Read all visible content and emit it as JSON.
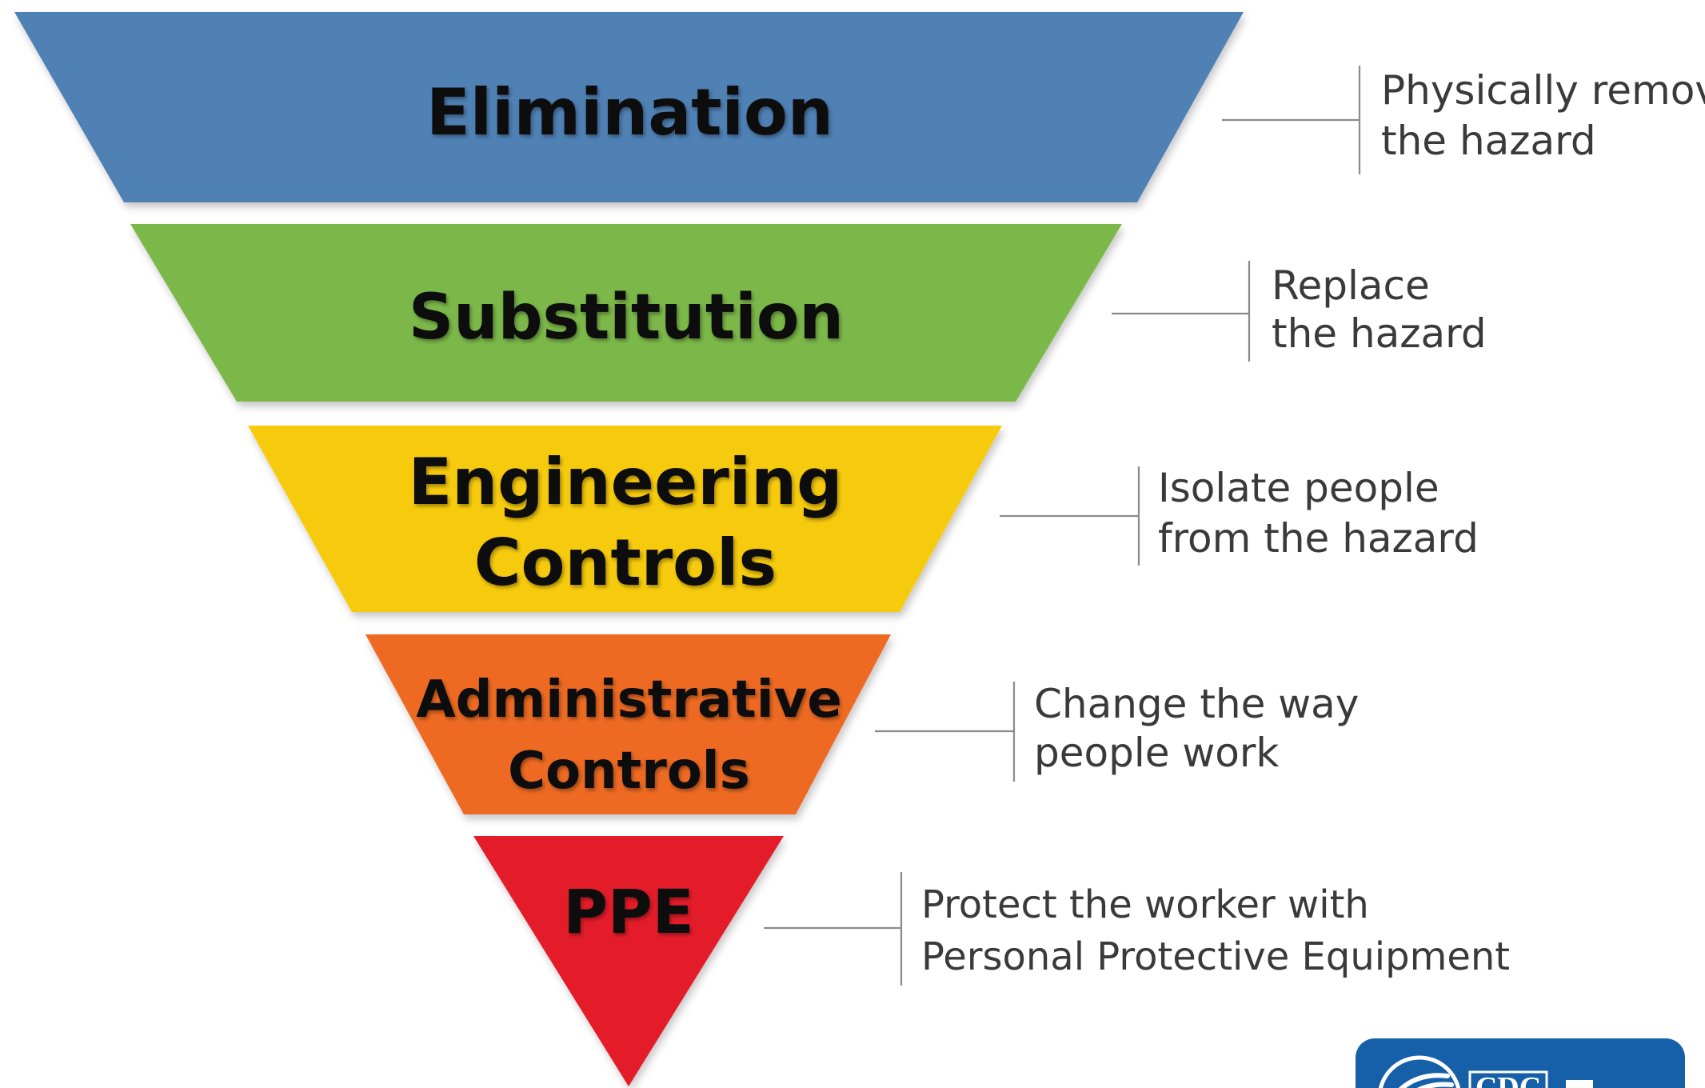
{
  "tiers": [
    {
      "id": "elimination",
      "label_lines": [
        "Elimination"
      ],
      "description_lines": [
        "Physically remove",
        "the hazard"
      ],
      "color": "#4F81B5"
    },
    {
      "id": "substitution",
      "label_lines": [
        "Substitution"
      ],
      "description_lines": [
        "Replace",
        "the hazard"
      ],
      "color": "#7BB84A"
    },
    {
      "id": "engineering-controls",
      "label_lines": [
        "Engineering",
        "Controls"
      ],
      "description_lines": [
        "Isolate people",
        "from the hazard"
      ],
      "color": "#F7CB10"
    },
    {
      "id": "administrative-controls",
      "label_lines": [
        "Administrative",
        "Controls"
      ],
      "description_lines": [
        "Change the way",
        "people work"
      ],
      "color": "#EE6A24"
    },
    {
      "id": "ppe",
      "label_lines": [
        "PPE"
      ],
      "description_lines": [
        "Protect the worker with",
        "Personal Protective Equipment"
      ],
      "color": "#E41E2A"
    }
  ],
  "logo": {
    "text": "CDC",
    "color": "#1560A8"
  }
}
